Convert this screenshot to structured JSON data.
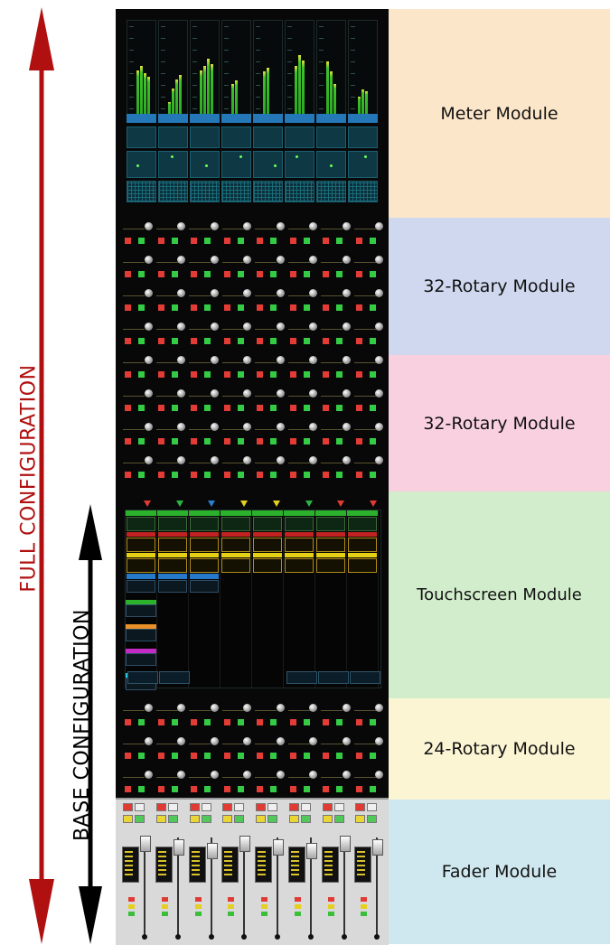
{
  "configurations": {
    "full": {
      "label": "FULL CONFIGURATION",
      "color": "#b01010"
    },
    "base": {
      "label": "BASE CONFIGURATION",
      "color": "#000000"
    }
  },
  "modules": [
    {
      "label": "Meter Module",
      "color": "#fce6c9"
    },
    {
      "label": "32-Rotary Module",
      "color": "#cfd8ee"
    },
    {
      "label": "32-Rotary Module",
      "color": "#f9d0e0"
    },
    {
      "label": "Touchscreen Module",
      "color": "#d2edcc"
    },
    {
      "label": "24-Rotary Module",
      "color": "#fbf5d4"
    },
    {
      "label": "Fader Module",
      "color": "#cfe8ef"
    }
  ]
}
